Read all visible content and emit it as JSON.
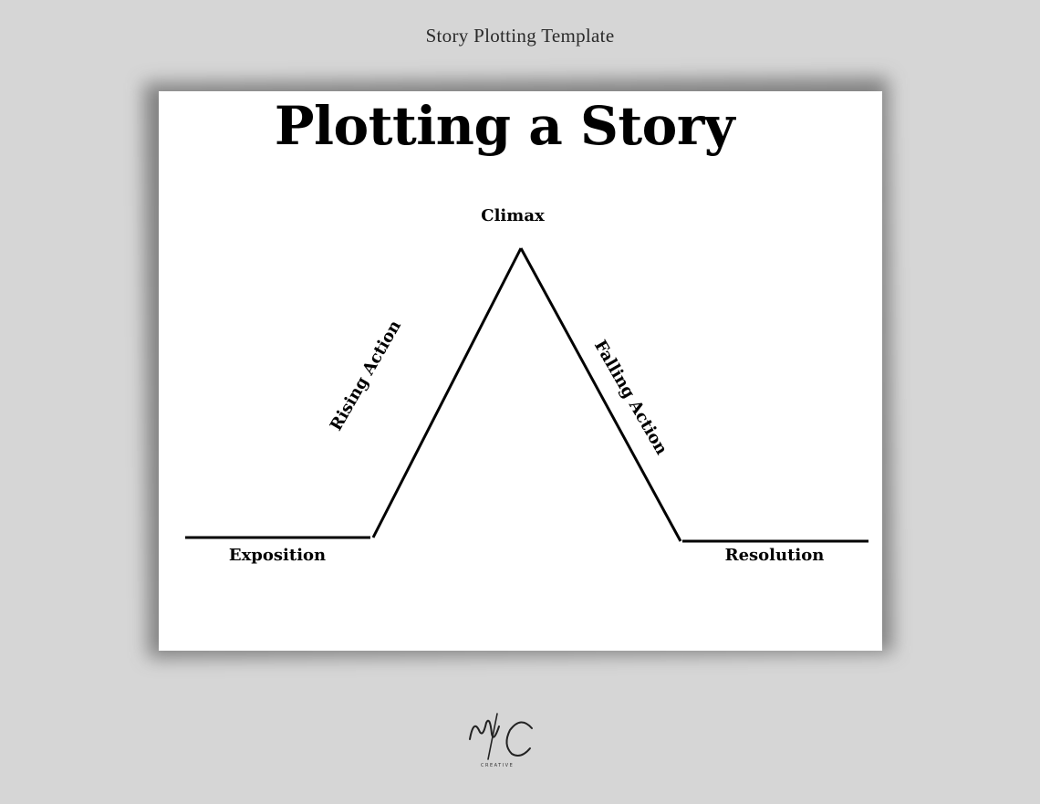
{
  "header": {
    "title": "Story Plotting Template"
  },
  "sheet": {
    "title": "Plotting a Story",
    "labels": {
      "climax": "Climax",
      "rising_action": "Rising Action",
      "falling_action": "Falling Action",
      "exposition": "Exposition",
      "resolution": "Resolution"
    }
  },
  "logo": {
    "monogram": "MC",
    "subtext": "CREATIVE"
  },
  "colors": {
    "background": "#d6d6d6",
    "sheet": "#ffffff",
    "ink": "#000000"
  }
}
